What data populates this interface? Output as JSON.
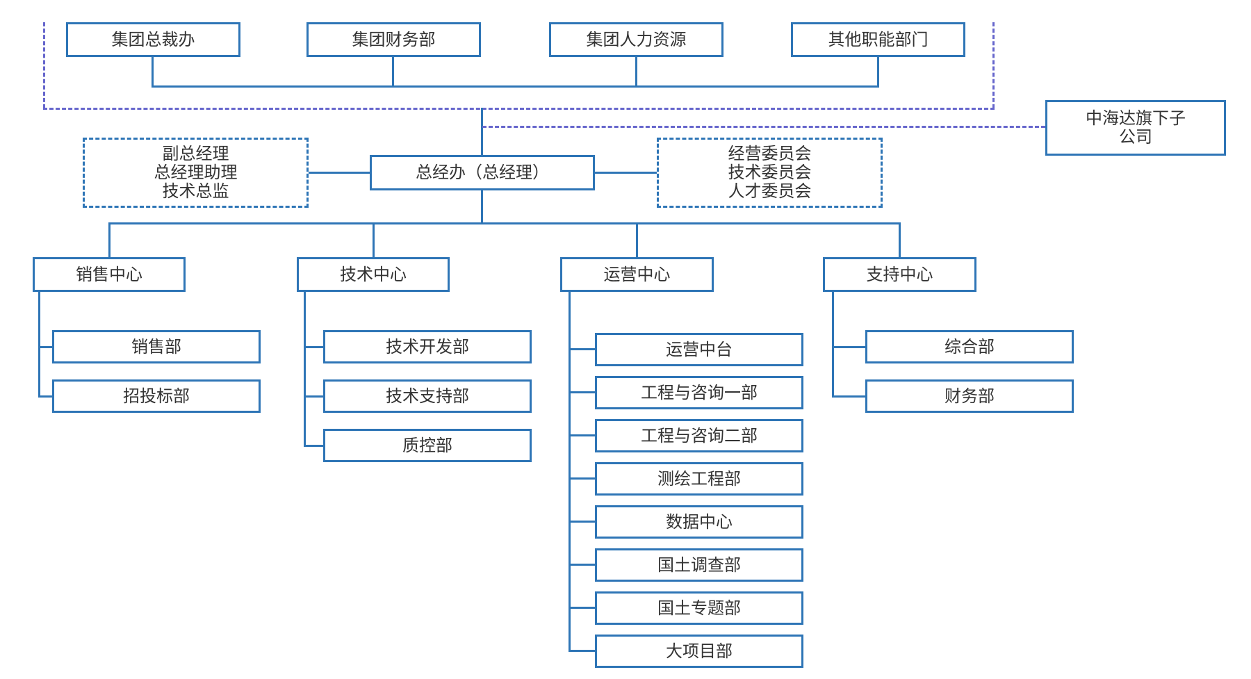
{
  "group": {
    "departments": [
      "集团总裁办",
      "集团财务部",
      "集团人力资源",
      "其他职能部门"
    ]
  },
  "subsidiary": {
    "label": "中海达旗下子\n公司"
  },
  "gm_office": {
    "label": "总经办（总经理）"
  },
  "deputies": {
    "label": "副总经理\n总经理助理\n技术总监"
  },
  "committees": {
    "label": "经营委员会\n技术委员会\n人才委员会"
  },
  "centers": [
    {
      "name": "销售中心",
      "departments": [
        "销售部",
        "招投标部"
      ]
    },
    {
      "name": "技术中心",
      "departments": [
        "技术开发部",
        "技术支持部",
        "质控部"
      ]
    },
    {
      "name": "运营中心",
      "departments": [
        "运营中台",
        "工程与咨询一部",
        "工程与咨询二部",
        "测绘工程部",
        "数据中心",
        "国土调查部",
        "国土专题部",
        "大项目部"
      ]
    },
    {
      "name": "支持中心",
      "departments": [
        "综合部",
        "财务部"
      ]
    }
  ],
  "colors": {
    "box_border": "#2e75b6",
    "line": "#2e75b6",
    "dashed_outline": "#6666cc",
    "text": "#333333"
  }
}
